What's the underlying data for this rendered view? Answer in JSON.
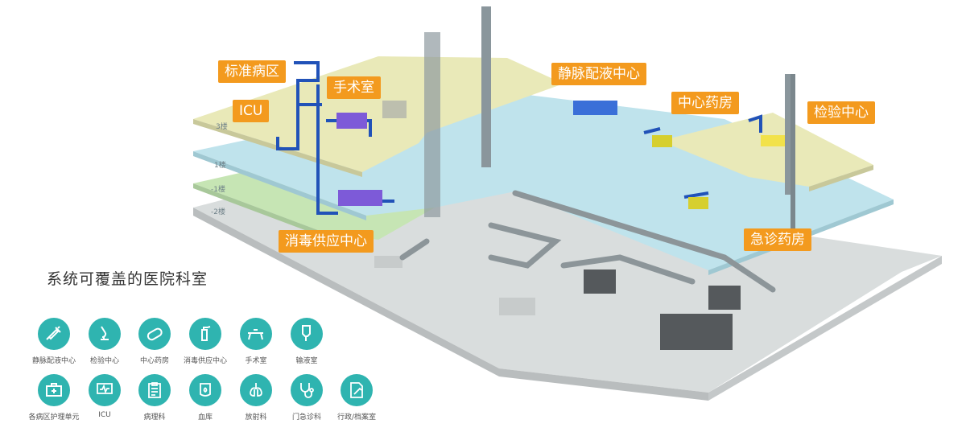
{
  "floors": {
    "f3": "3楼",
    "f1": "1楼",
    "fm1": "-1楼",
    "fm2": "-2楼"
  },
  "callouts": {
    "ward": "标准病区",
    "surgery": "手术室",
    "icu": "ICU",
    "iv_center": "静脉配液中心",
    "pharmacy": "中心药房",
    "lab": "检验中心",
    "sterilization": "消毒供应中心",
    "emergency_pharmacy": "急诊药房"
  },
  "heading": "系统可覆盖的医院科室",
  "departments": [
    {
      "label": "静脉配液中心",
      "icon": "syringe-icon"
    },
    {
      "label": "检验中心",
      "icon": "microscope-icon"
    },
    {
      "label": "中心药房",
      "icon": "pill-icon"
    },
    {
      "label": "消毒供应中心",
      "icon": "spray-bottle-icon"
    },
    {
      "label": "手术室",
      "icon": "operating-bed-icon"
    },
    {
      "label": "输液室",
      "icon": "iv-bag-icon"
    },
    {
      "label": "各病区护理单元",
      "icon": "medical-kit-icon"
    },
    {
      "label": "ICU",
      "icon": "monitor-icon"
    },
    {
      "label": "病理科",
      "icon": "clipboard-icon"
    },
    {
      "label": "血库",
      "icon": "blood-bag-icon"
    },
    {
      "label": "放射科",
      "icon": "lungs-icon"
    },
    {
      "label": "门急诊科",
      "icon": "stethoscope-icon"
    },
    {
      "label": "行政/档案室",
      "icon": "document-icon"
    }
  ],
  "colors": {
    "floor_3": "#e8e8b6",
    "floor_1": "#bfe3ec",
    "floor_minus1": "#c8e6b7",
    "floor_minus2": "#d8dcdc",
    "callout": "#f39a1e",
    "icon_circle": "#2fb4b0",
    "pipe_blue": "#2152b8"
  }
}
